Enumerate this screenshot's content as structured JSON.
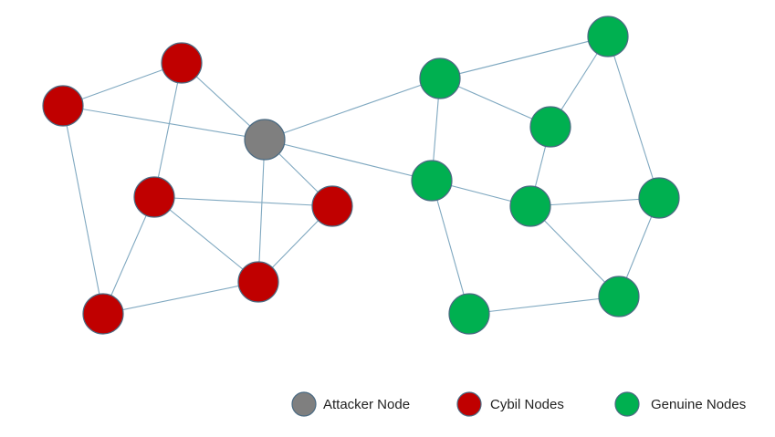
{
  "legend": {
    "attacker_label": "Attacker Node",
    "cybil_label": "Cybil Nodes",
    "genuine_label": "Genuine Nodes"
  },
  "colors": {
    "attacker": "#7f7f7f",
    "cybil": "#c00000",
    "genuine": "#00b050",
    "edge": "#7fa8c0",
    "node_stroke": "#4a6a82"
  },
  "graph": {
    "nodes": [
      {
        "id": "attacker",
        "type": "attacker"
      },
      {
        "id": "cybil-1",
        "type": "cybil"
      },
      {
        "id": "cybil-2",
        "type": "cybil"
      },
      {
        "id": "cybil-3",
        "type": "cybil"
      },
      {
        "id": "cybil-4",
        "type": "cybil"
      },
      {
        "id": "cybil-5",
        "type": "cybil"
      },
      {
        "id": "cybil-6",
        "type": "cybil"
      },
      {
        "id": "genuine-1",
        "type": "genuine"
      },
      {
        "id": "genuine-2",
        "type": "genuine"
      },
      {
        "id": "genuine-3",
        "type": "genuine"
      },
      {
        "id": "genuine-4",
        "type": "genuine"
      },
      {
        "id": "genuine-5",
        "type": "genuine"
      },
      {
        "id": "genuine-6",
        "type": "genuine"
      },
      {
        "id": "genuine-7",
        "type": "genuine"
      },
      {
        "id": "genuine-8",
        "type": "genuine"
      }
    ],
    "edges": [
      [
        "cybil-1",
        "cybil-2"
      ],
      [
        "cybil-1",
        "attacker"
      ],
      [
        "cybil-1",
        "cybil-3"
      ],
      [
        "cybil-2",
        "attacker"
      ],
      [
        "cybil-2",
        "cybil-4"
      ],
      [
        "cybil-3",
        "cybil-4"
      ],
      [
        "cybil-3",
        "cybil-5"
      ],
      [
        "cybil-3",
        "cybil-6"
      ],
      [
        "cybil-4",
        "cybil-6"
      ],
      [
        "attacker",
        "cybil-6"
      ],
      [
        "attacker",
        "cybil-5"
      ],
      [
        "cybil-5",
        "cybil-6"
      ],
      [
        "attacker",
        "genuine-1"
      ],
      [
        "attacker",
        "genuine-4"
      ],
      [
        "genuine-1",
        "genuine-2"
      ],
      [
        "genuine-1",
        "genuine-3"
      ],
      [
        "genuine-1",
        "genuine-4"
      ],
      [
        "genuine-2",
        "genuine-3"
      ],
      [
        "genuine-2",
        "genuine-6"
      ],
      [
        "genuine-3",
        "genuine-5"
      ],
      [
        "genuine-4",
        "genuine-5"
      ],
      [
        "genuine-4",
        "genuine-7"
      ],
      [
        "genuine-5",
        "genuine-6"
      ],
      [
        "genuine-5",
        "genuine-8"
      ],
      [
        "genuine-6",
        "genuine-8"
      ],
      [
        "genuine-7",
        "genuine-8"
      ]
    ]
  }
}
